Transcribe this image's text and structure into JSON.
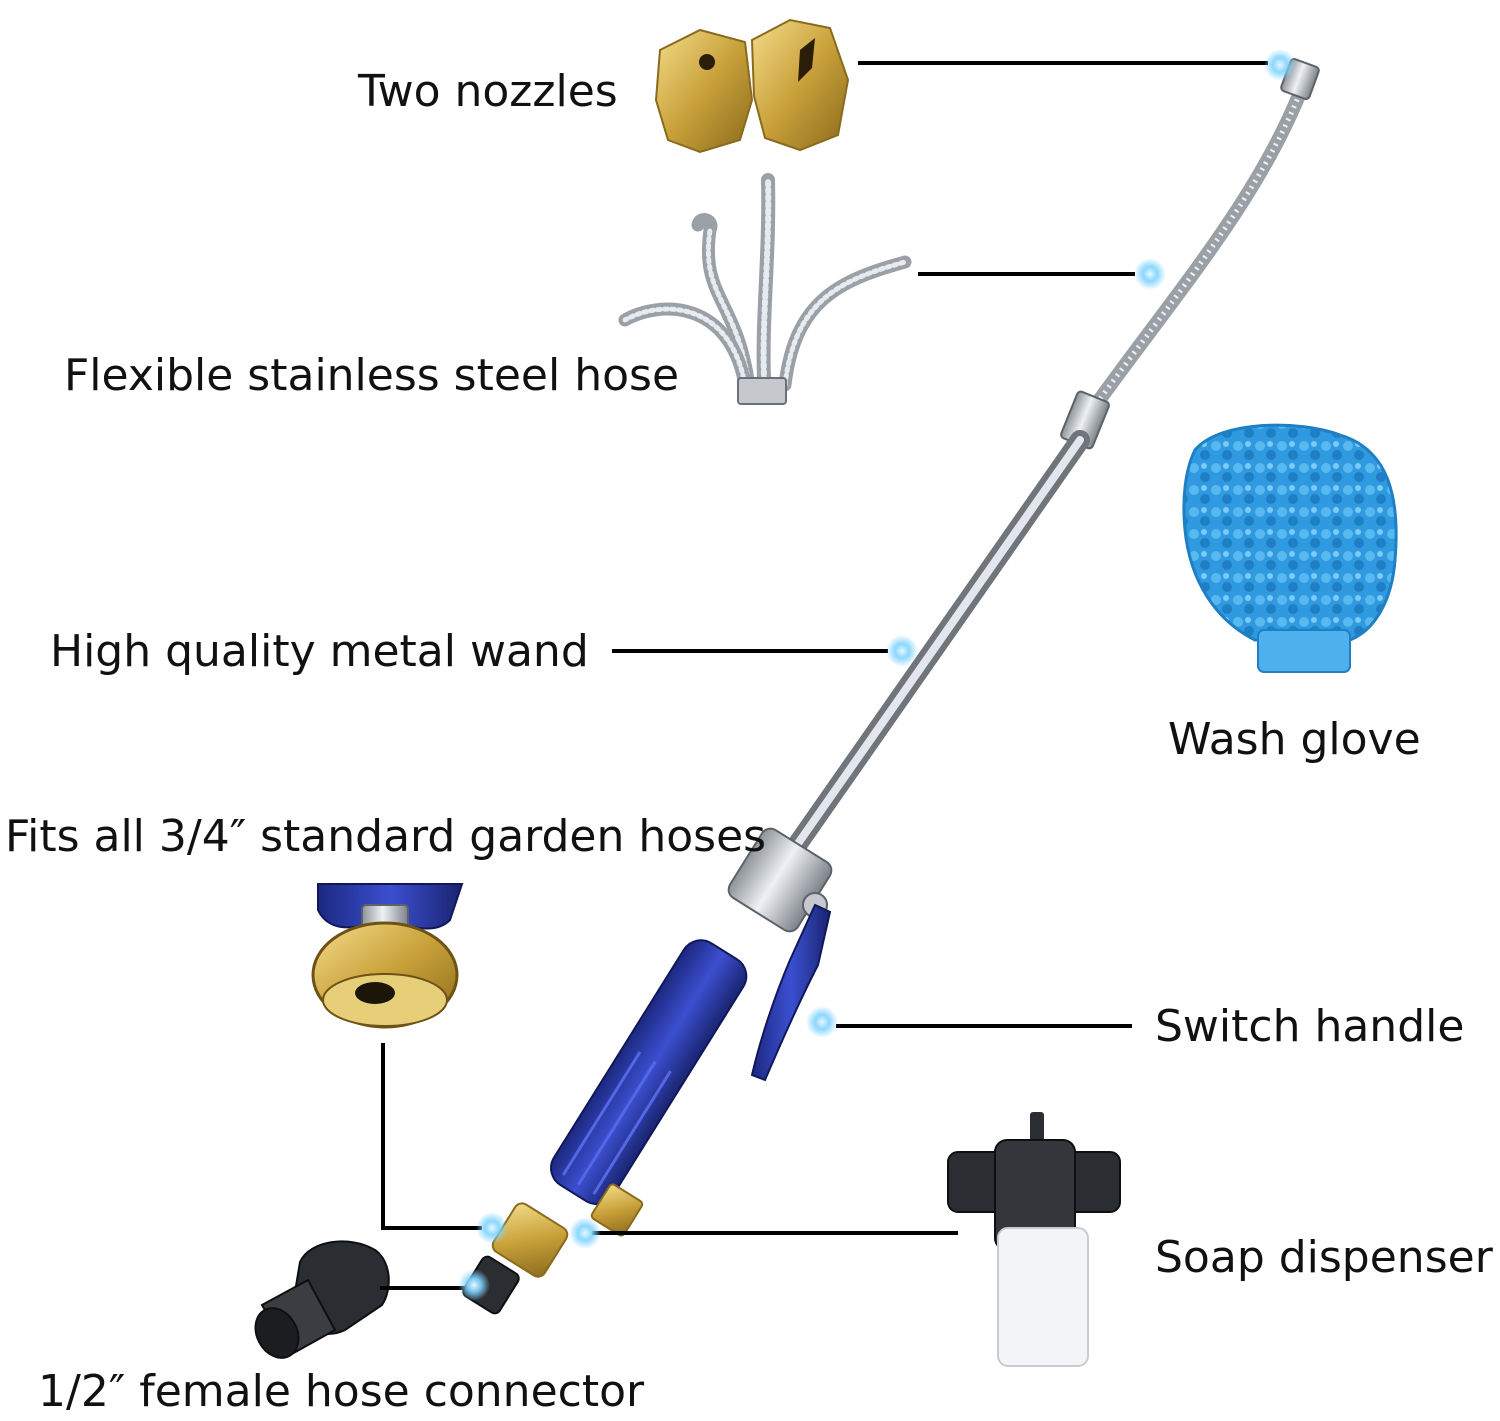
{
  "labels": {
    "two_nozzles": "Two nozzles",
    "flexible_hose": "Flexible stainless steel hose",
    "metal_wand": "High quality metal wand",
    "wash_glove": "Wash glove",
    "garden_hoses": "Fits all 3/4″ standard garden hoses",
    "switch_handle": "Switch handle",
    "soap_dispenser": "Soap dispenser",
    "hose_connector": "1/2″ female hose connector"
  },
  "colors": {
    "brass": "#c9a13a",
    "steel": "#b8bcc2",
    "handle_blue": "#2a3aa8",
    "glove_blue": "#2f9ae0",
    "callout_glow": "#5ec8ff",
    "line": "#000000"
  }
}
